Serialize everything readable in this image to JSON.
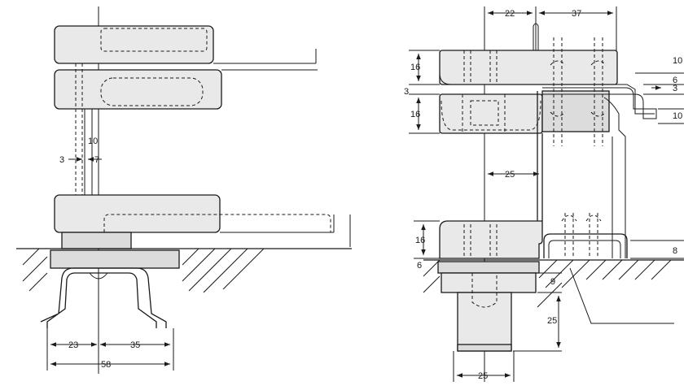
{
  "left_view": {
    "dims": {
      "d10": "10",
      "d3": "3",
      "d7": "7",
      "d23": "23",
      "d35": "35",
      "d58": "58"
    }
  },
  "right_view": {
    "dims": {
      "d22": "22",
      "d37": "37",
      "d16a": "16",
      "d3": "3",
      "d16b": "16",
      "d10a": "10",
      "d6": "6",
      "d3r": "3",
      "d10b": "10",
      "d25mid": "25",
      "d16c": "16",
      "d8": "8",
      "d6l": "6",
      "d9": "9",
      "d25v": "25",
      "d25b": "25"
    }
  }
}
